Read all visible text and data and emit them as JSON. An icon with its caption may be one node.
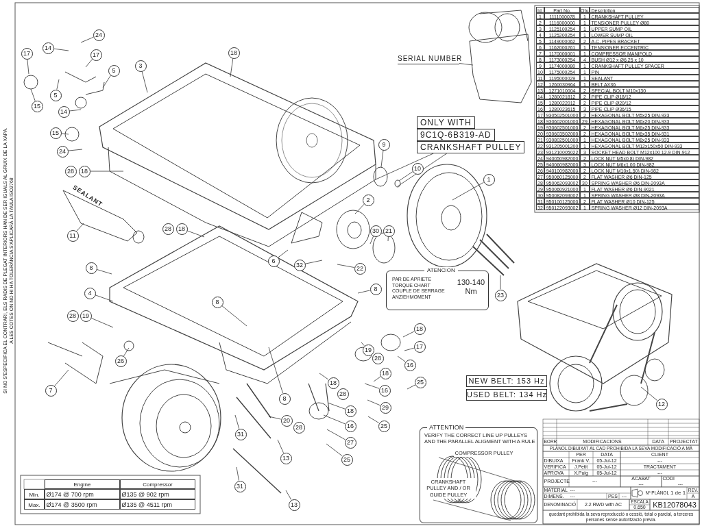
{
  "diagram": {
    "nodes": [
      {
        "text": [
          "24"
        ]
      },
      {
        "text": [
          "14"
        ]
      },
      {
        "text": [
          "17"
        ]
      },
      {
        "text": [
          "17"
        ]
      },
      {
        "text": [
          "5"
        ]
      },
      {
        "text": [
          "18"
        ]
      },
      {
        "text": [
          "3"
        ]
      },
      {
        "text": [
          "5"
        ]
      },
      {
        "text": [
          "15"
        ]
      },
      {
        "text": [
          "14"
        ]
      },
      {
        "text": [
          "15"
        ]
      },
      {
        "text": [
          "9"
        ]
      },
      {
        "text": [
          "24"
        ]
      },
      {
        "text": [
          "10"
        ]
      },
      {
        "text": [
          "28"
        ]
      },
      {
        "text": [
          "18"
        ]
      },
      {
        "text": [
          "1"
        ]
      },
      {
        "text": [
          "2"
        ]
      },
      {
        "text": [
          "28"
        ]
      },
      {
        "text": [
          "18"
        ]
      },
      {
        "text": [
          "30"
        ]
      },
      {
        "text": [
          "21"
        ]
      },
      {
        "text": [
          "11"
        ]
      },
      {
        "text": [
          "6"
        ]
      },
      {
        "text": [
          "32"
        ]
      },
      {
        "text": [
          "22"
        ]
      },
      {
        "text": [
          "8"
        ]
      },
      {
        "text": [
          "8"
        ]
      },
      {
        "text": [
          "4"
        ]
      },
      {
        "text": [
          "8"
        ]
      },
      {
        "text": [
          "23"
        ]
      },
      {
        "text": [
          "28"
        ]
      },
      {
        "text": [
          "19"
        ]
      },
      {
        "text": [
          "18"
        ]
      },
      {
        "text": [
          "17"
        ]
      },
      {
        "text": [
          "19"
        ]
      },
      {
        "text": [
          "28"
        ]
      },
      {
        "text": [
          "16"
        ]
      },
      {
        "text": [
          "26"
        ]
      },
      {
        "text": [
          "18"
        ]
      },
      {
        "text": [
          "28"
        ]
      },
      {
        "text": [
          "7"
        ]
      },
      {
        "text": [
          "18"
        ]
      },
      {
        "text": [
          "25"
        ]
      },
      {
        "text": [
          "16"
        ]
      },
      {
        "text": [
          "8"
        ]
      },
      {
        "text": [
          "12"
        ]
      },
      {
        "text": [
          "29"
        ]
      },
      {
        "text": [
          "18"
        ]
      },
      {
        "text": [
          "20"
        ]
      },
      {
        "text": [
          "28"
        ]
      },
      {
        "text": [
          "25"
        ]
      },
      {
        "text": [
          "16"
        ]
      },
      {
        "text": [
          "31"
        ]
      },
      {
        "text": [
          "27"
        ]
      },
      {
        "text": [
          "13"
        ]
      },
      {
        "text": [
          "25"
        ]
      },
      {
        "text": [
          "31"
        ]
      },
      {
        "text": [
          "13"
        ]
      },
      {
        "text": [
          "SERIAL NUMBER"
        ]
      },
      {
        "text": [
          "ONLY WITH",
          "9C1Q-6B319-AD",
          "CRANKSHAFT PULLEY"
        ]
      },
      {
        "text": [
          "ATENCION",
          "PAR DE APRIETE TORQUE CHART COUPLE DE SERRAGE ANZIEHMOMENT",
          "130-140 Nm"
        ]
      },
      {
        "text": [
          "NEW BELT: 153 Hz"
        ]
      },
      {
        "text": [
          "USED BELT: 134 Hz"
        ]
      },
      {
        "text": [
          "ATTENTION",
          "VERIFY THE CORRECT LINE UP PULLEYS AND THE PARALLEL ALIGMENT WITH A RULE"
        ]
      }
    ],
    "edges": [
      {
        "from": 0,
        "to": null,
        "arrow": "none"
      },
      {
        "from": 1,
        "to": null,
        "arrow": "none"
      },
      {
        "from": 2,
        "to": null,
        "arrow": "none"
      },
      {
        "from": 3,
        "to": null,
        "arrow": "none"
      },
      {
        "from": 4,
        "to": null,
        "arrow": "none"
      },
      {
        "from": 5,
        "to": null,
        "arrow": "none"
      },
      {
        "from": 6,
        "to": null,
        "arrow": "none"
      },
      {
        "from": 7,
        "to": null,
        "arrow": "none"
      },
      {
        "from": 8,
        "to": null,
        "arrow": "none"
      },
      {
        "from": 9,
        "to": null,
        "arrow": "none"
      },
      {
        "from": 10,
        "to": null,
        "arrow": "none"
      },
      {
        "from": 11,
        "to": null,
        "arrow": "none"
      },
      {
        "from": 12,
        "to": null,
        "arrow": "none"
      },
      {
        "from": 13,
        "to": null,
        "arrow": "none"
      },
      {
        "from": 15,
        "to": null,
        "arrow": "none"
      },
      {
        "from": 16,
        "to": null,
        "arrow": "none"
      },
      {
        "from": 17,
        "to": null,
        "arrow": "none"
      },
      {
        "from": 19,
        "to": null,
        "arrow": "none"
      },
      {
        "from": 20,
        "to": null,
        "arrow": "none"
      },
      {
        "from": 21,
        "to": null,
        "arrow": "none"
      },
      {
        "from": 22,
        "to": null,
        "arrow": "none"
      },
      {
        "from": 23,
        "to": null,
        "arrow": "none"
      },
      {
        "from": 24,
        "to": null,
        "arrow": "none"
      },
      {
        "from": 25,
        "to": null,
        "arrow": "none"
      },
      {
        "from": 26,
        "to": null,
        "arrow": "none"
      },
      {
        "from": 27,
        "to": null,
        "arrow": "none"
      },
      {
        "from": 28,
        "to": null,
        "arrow": "none"
      },
      {
        "from": 29,
        "to": null,
        "arrow": "none"
      },
      {
        "from": 30,
        "to": null,
        "arrow": "none"
      },
      {
        "from": 32,
        "to": null,
        "arrow": "none"
      },
      {
        "from": 33,
        "to": null,
        "arrow": "none"
      },
      {
        "from": 34,
        "to": null,
        "arrow": "none"
      },
      {
        "from": 35,
        "to": null,
        "arrow": "none"
      },
      {
        "from": 37,
        "to": null,
        "arrow": "none"
      },
      {
        "from": 38,
        "to": null,
        "arrow": "none"
      },
      {
        "from": 39,
        "to": null,
        "arrow": "none"
      },
      {
        "from": 41,
        "to": null,
        "arrow": "none"
      },
      {
        "from": 42,
        "to": null,
        "arrow": "none"
      },
      {
        "from": 43,
        "to": null,
        "arrow": "none"
      },
      {
        "from": 44,
        "to": null,
        "arrow": "none"
      },
      {
        "from": 45,
        "to": null,
        "arrow": "none"
      },
      {
        "from": 46,
        "to": null,
        "arrow": "none"
      },
      {
        "from": 47,
        "to": null,
        "arrow": "none"
      },
      {
        "from": 48,
        "to": null,
        "arrow": "none"
      },
      {
        "from": 49,
        "to": null,
        "arrow": "none"
      },
      {
        "from": 51,
        "to": null,
        "arrow": "none"
      },
      {
        "from": 52,
        "to": null,
        "arrow": "none"
      },
      {
        "from": 53,
        "to": null,
        "arrow": "none"
      },
      {
        "from": 54,
        "to": null,
        "arrow": "none"
      },
      {
        "from": 55,
        "to": null,
        "arrow": "none"
      },
      {
        "from": 56,
        "to": null,
        "arrow": "none"
      },
      {
        "from": 57,
        "to": null,
        "arrow": "none"
      },
      {
        "from": 58,
        "to": null,
        "arrow": "none"
      },
      {
        "from": 59,
        "to": null,
        "arrow": "none"
      },
      {
        "from": 60,
        "to": null,
        "arrow": "none"
      },
      {
        "from": 60,
        "to": null,
        "arrow": "none"
      }
    ],
    "labels": [
      "Id.",
      "Part No.",
      "Qty.",
      "Description",
      "1",
      "1111000078",
      "1",
      "CRANKSHAFT PULLEY",
      "2",
      "1116000000",
      "1",
      "TENSIONER PULLEY Ø80",
      "3",
      "1125100254",
      "1",
      "UPPER SUMP OIL",
      "4",
      "1125200254",
      "1",
      "LOWER SUMP OIL",
      "5",
      "1149000062",
      "2",
      "A.C. PIPES BRACKET",
      "6",
      "1162000261",
      "1",
      "TENSIONER ECCENTRIC",
      "7",
      "1170000001",
      "1",
      "COMPRESSOR MANIFOLD",
      "8",
      "1173000254",
      "4",
      "BUSH Ø12 x Ø6.25 x 10",
      "9",
      "1174000080",
      "1",
      "CRANKSHAFT PULLEY SPACER",
      "10",
      "1175000254",
      "1",
      "PIN",
      "11",
      "1195000029",
      "1",
      "SEALANT",
      "12",
      "1260030964",
      "1",
      "BELT AX36",
      "13",
      "1271010004",
      "2",
      "SPECIAL BOLT M10x130",
      "14",
      "1280021812",
      "2",
      "PIPE CLIP Ø18/12",
      "15",
      "1280022012",
      "2",
      "PIPE CLIP Ø20/12",
      "16",
      "1280023615",
      "3",
      "PIPE CLIP Ø36/15",
      "17",
      "930502501000",
      "2",
      "HEXAGONAL BOLT M5x25 DIN-933",
      "18",
      "930602001000",
      "29",
      "HEXAGONAL BOLT M6x20 DIN-933",
      "19",
      "930602501000",
      "2",
      "HEXAGONAL BOLT M6x25 DIN-933",
      "20",
      "930603502000",
      "2",
      "HEXAGONAL BOLT M6x35 DIN-931",
      "21",
      "930802501000",
      "1",
      "HEXAGONAL BOLT M8x25 DIN-933",
      "22",
      "931205001200",
      "1",
      "HEXAGONAL BOLT M12x150x50 DIN-933",
      "23",
      "931210005022",
      "3",
      "SOCKET HEAD BOLT M12x100 12.9 DIN-912",
      "24",
      "940050982000",
      "2",
      "LOCK NUT M5x0.8) DIN-982",
      "25",
      "940060982000",
      "3",
      "LOCK NUT M6x1.00 DIN-982",
      "26",
      "940100982000",
      "2",
      "LOCK NUT M10x1.50) DIN-982",
      "27",
      "950060125000",
      "2",
      "FLAT WASHER Ø6 DIN-125",
      "28",
      "950062093002",
      "30",
      "SPRING WASHER Ø6 DIN-2093A",
      "29",
      "950060921000",
      "1",
      "FLAT WASHER Ø6 DIN-9021",
      "30",
      "950082093002",
      "1",
      "SPRING WASHER Ø8 DIN-2093A",
      "31",
      "950100125000",
      "2",
      "FLAT WASHER Ø10 DIN-125",
      "32",
      "950122093002",
      "1",
      "SPRING WASHER Ø12 DIN-2093A",
      "Engine",
      "Compressor",
      "Min.",
      "Ø174 @ 700 rpm",
      "Ø135 @ 902 rpm",
      "Max.",
      "Ø174 @ 3500 rpm",
      "Ø135 @ 4511 rpm",
      "BORR",
      "MODIFICACIONS",
      "DATA",
      "PROJECTAT",
      "PLÀNOL DIBUIXAT AL CAD PROHIBIDA LA SEVA MODIFICACIÓ A MÀ",
      "PER",
      "DATA",
      "CLIENT",
      "DIBUIXA",
      "Frank V.",
      "05-Jul-12",
      "---",
      "VERIFICA",
      "J.Petit",
      "05-Jul-12",
      "TRACTAMENT",
      "APROVA",
      "X.Puig",
      "05-Jul-12",
      "---",
      "PROJECTE",
      "---",
      "ACABAT",
      "---",
      "CODI",
      "---",
      "MATERIAL",
      "---",
      "DIMENS.",
      "---",
      "PES",
      "---",
      "Nº PLÀNOL",
      "1 de 1",
      "REV.",
      "A",
      "DENOMINACIÓ",
      "2.2 RWD with AC",
      "ESCALA",
      "0.650",
      "KB12078043",
      "quedant prohibida la seva reproducció o cessió, total o parcial, a terceres persones sense autorització prèvia.",
      "SEALANT",
      "COMPRESSOR PULLEY",
      "CRANKSHAFT PULLEY AND / OR GUIDE PULLEY",
      "SI NO S'ESPECIFICA EL CONTRARI, ELS RADIS DE PLEGAT INTERIORS HAN DE SER IGUALS AL GRUIX DE LA XAPA.",
      "A LES COTES ON NO HI HA TOLERÀNCIA S'APLICARÀ LA TAULA ISO2768"
    ]
  }
}
